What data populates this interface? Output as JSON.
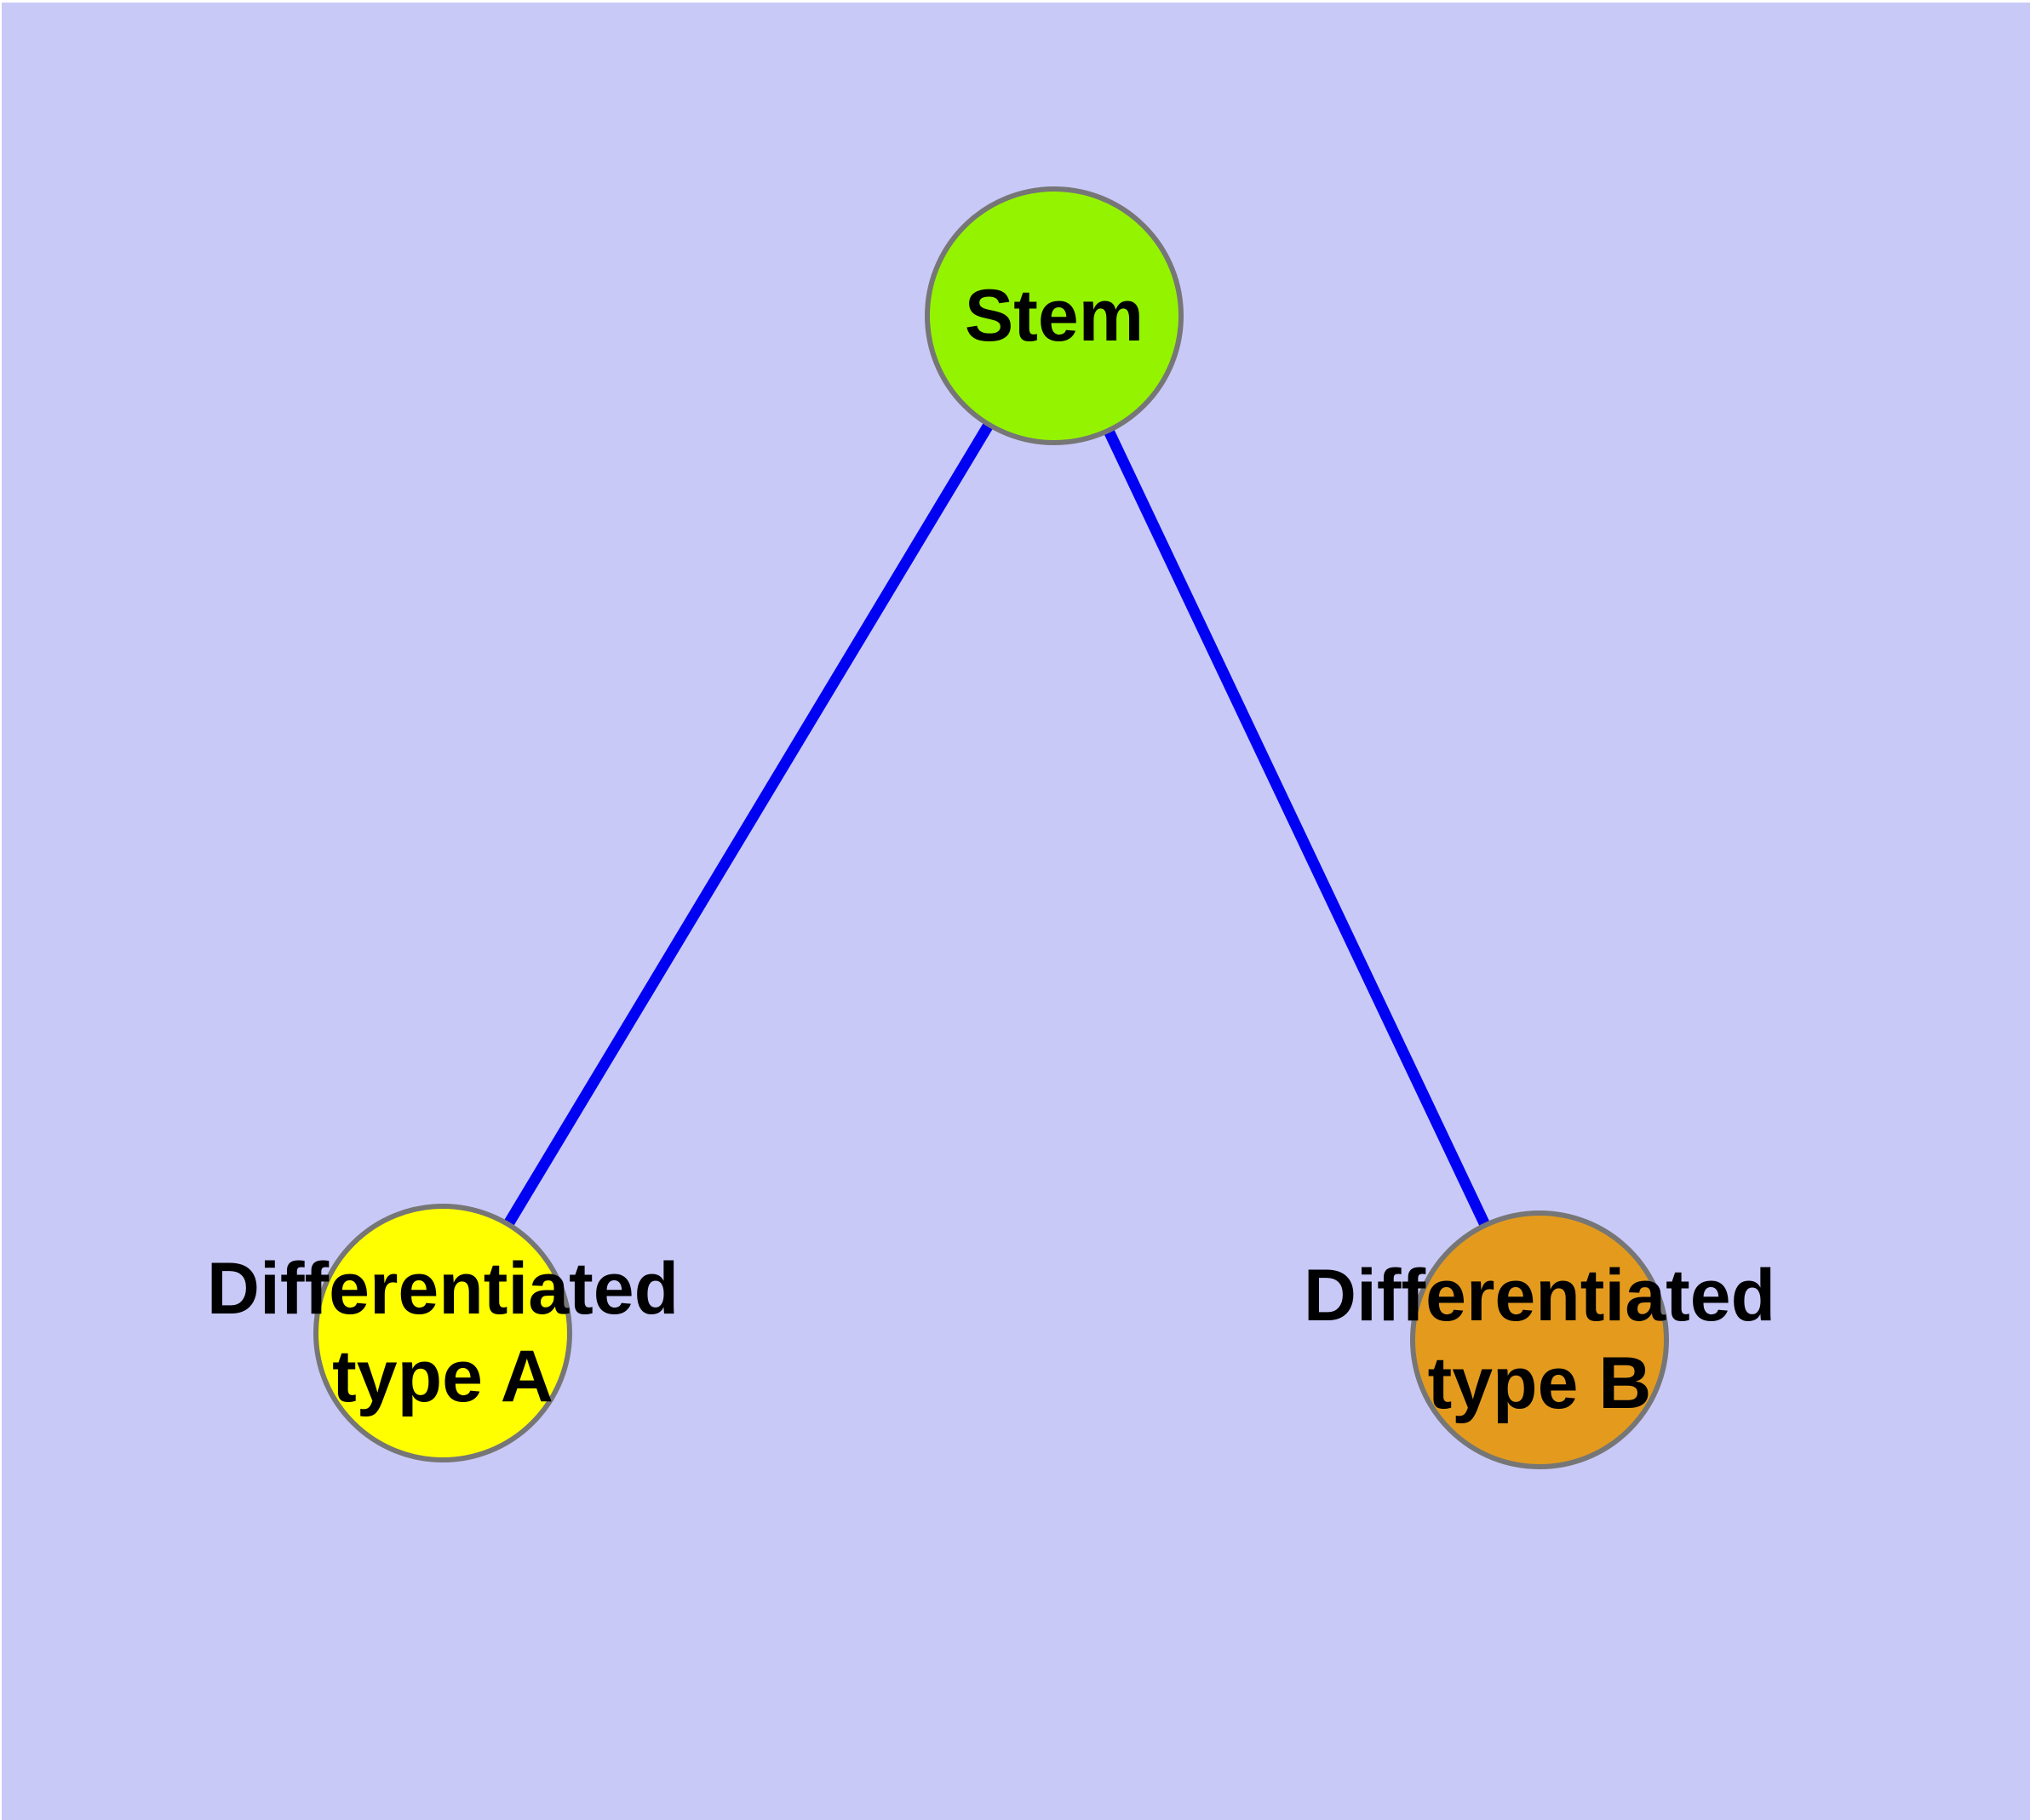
{
  "diagram": {
    "background_color": "#C9C9F8",
    "page_edge_color": "#FFFFFF",
    "text_color": "#000000",
    "node_border_color": "#767676",
    "nodes": [
      {
        "id": "stem",
        "label": "Stem",
        "fill": "#94F400",
        "shape": "circle"
      },
      {
        "id": "type-a",
        "label": "Differentiated\ntype A",
        "fill": "#FFFF00",
        "shape": "circle"
      },
      {
        "id": "type-b",
        "label": "Differentiated\ntype B",
        "fill": "#E49B1D",
        "shape": "circle"
      }
    ],
    "edges": [
      {
        "from": "stem",
        "to": "type-a",
        "color": "#0000F2"
      },
      {
        "from": "stem",
        "to": "type-b",
        "color": "#0000F2"
      }
    ]
  }
}
